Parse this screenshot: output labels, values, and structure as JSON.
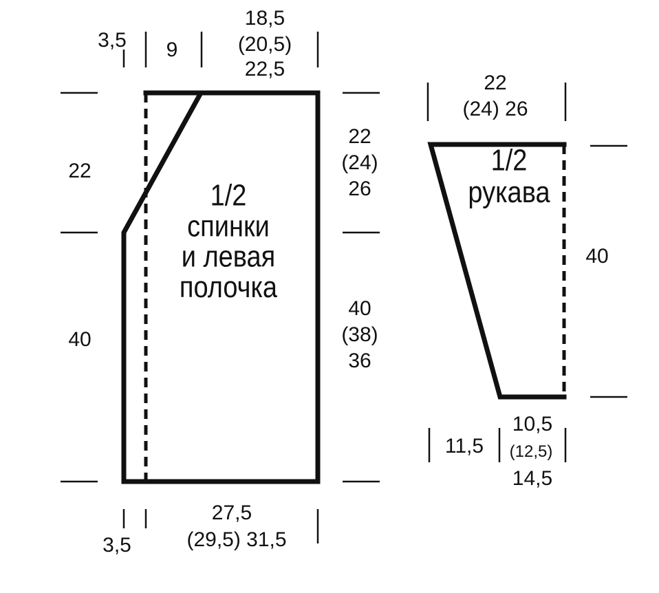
{
  "back": {
    "label_lines": [
      "1/2",
      "спинки",
      "и левая",
      "полочка"
    ],
    "top_dims": {
      "left": "3,5",
      "middle": "9",
      "right_lines": [
        "18,5",
        "(20,5)",
        "22,5"
      ]
    },
    "left_dims": {
      "upper": "22",
      "lower": "40"
    },
    "right_dims": {
      "upper_lines": [
        "22",
        "(24)",
        "26"
      ],
      "lower_lines": [
        "40",
        "(38)",
        "36"
      ]
    },
    "bottom_dims": {
      "left": "3,5",
      "right_lines": [
        "27,5",
        "(29,5) 31,5"
      ]
    }
  },
  "sleeve": {
    "label_lines": [
      "1/2",
      "рукава"
    ],
    "top_dims_lines": [
      "22",
      "(24) 26"
    ],
    "right_dim": "40",
    "bottom_dims": {
      "left": "11,5",
      "right_lines": [
        "10,5",
        "(12,5)",
        "14,5"
      ]
    }
  }
}
